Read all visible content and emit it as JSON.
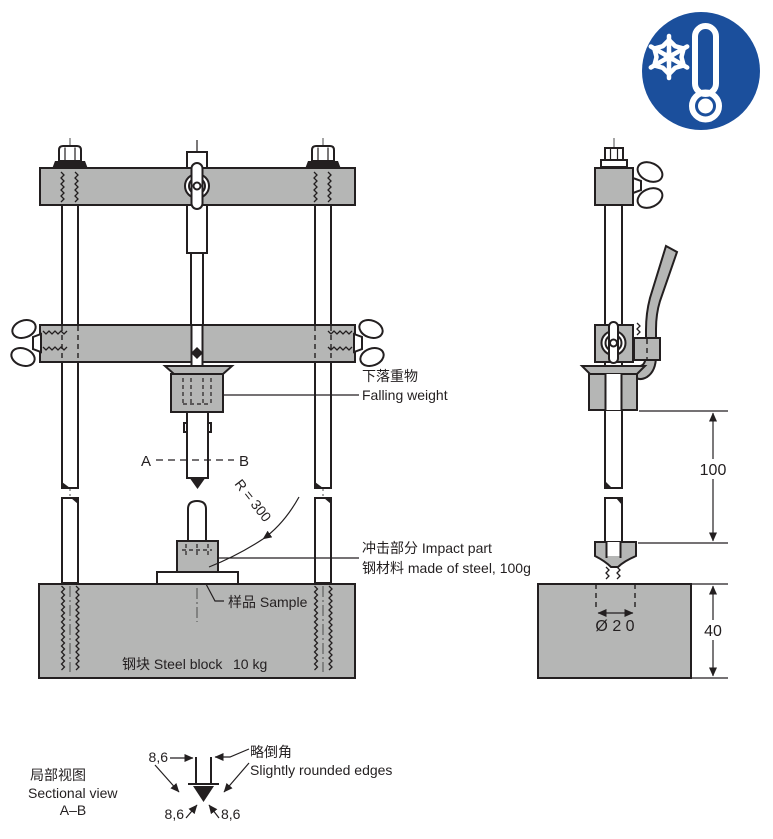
{
  "page": {
    "background": "#ffffff"
  },
  "colors": {
    "metal_gray": "#b5b6b5",
    "line_black": "#231f20",
    "sample_blue": "#1565b0",
    "icon_blue": "#1b4f9c",
    "icon_white": "#ffffff"
  },
  "icon": {
    "name": "low-temperature-test-icon"
  },
  "front_view": {
    "falling_weight_label_zh": "下落重物",
    "falling_weight_label_en": "Falling weight",
    "section_mark_a": "A",
    "section_mark_b": "B",
    "tip_radius_label": "R = 300",
    "impact_part_label": "冲击部分 Impact part",
    "impact_part_material_label": "钢材料 made of steel, 100g",
    "sample_label": "样品 Sample",
    "steel_block_label": "钢块 Steel block",
    "steel_block_mass": "10 kg"
  },
  "side_view": {
    "drop_height_mm": "100",
    "hole_diameter": "Ø 2 0",
    "block_height_mm": "40"
  },
  "detail_view": {
    "title_zh": "局部视图",
    "title_en": "Sectional view",
    "section_ref": "A–B",
    "width_top": "8,6",
    "width_left": "8,6",
    "width_right": "8,6",
    "edge_note_zh": "略倒角",
    "edge_note_en": "Slightly rounded edges"
  }
}
